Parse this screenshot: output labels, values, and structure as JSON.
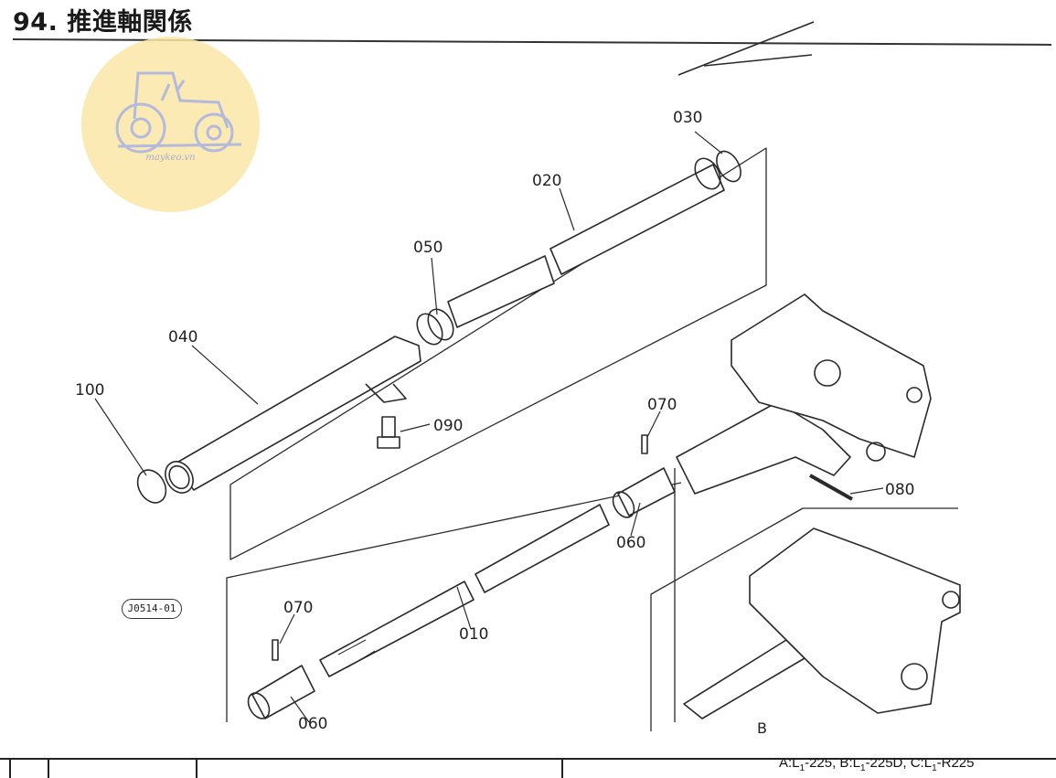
{
  "title": "94. 推進軸関係",
  "watermark": {
    "text": "maykeo.vn"
  },
  "reference_tag": "J0514-01",
  "section_label": "B",
  "footer_note": {
    "parts": [
      "A:L",
      "1",
      "-225, B:L",
      "1",
      "-225D, C:L",
      "1",
      "-R225"
    ]
  },
  "parts": [
    {
      "label": "030"
    },
    {
      "label": "020"
    },
    {
      "label": "050"
    },
    {
      "label": "040"
    },
    {
      "label": "100"
    },
    {
      "label": "090"
    },
    {
      "label": "070"
    },
    {
      "label": "080"
    },
    {
      "label": "060"
    },
    {
      "label": "070"
    },
    {
      "label": "010"
    },
    {
      "label": "060"
    }
  ]
}
